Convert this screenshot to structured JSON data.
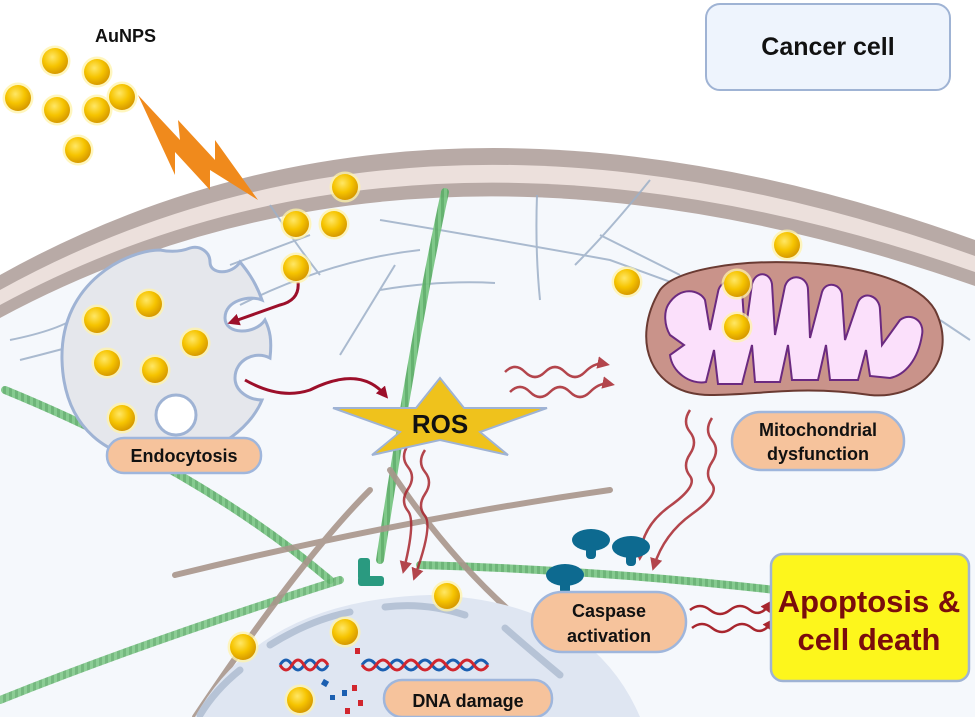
{
  "diagram": {
    "title_box": "Cancer cell",
    "nanoparticle_label": "AuNPS",
    "labels": {
      "endocytosis": "Endocytosis",
      "ros": "ROS",
      "mitochondrial_line1": "Mitochondrial",
      "mitochondrial_line2": "dysfunction",
      "caspase_line1": "Caspase",
      "caspase_line2": "activation",
      "dna_damage": "DNA damage",
      "apoptosis_line1": "Apoptosis &",
      "apoptosis_line2": "cell death"
    },
    "colors": {
      "gold_particle": "#f5c400",
      "lightning": "#f08a1c",
      "membrane": "#b8aaa6",
      "membrane_inner": "#ece0dc",
      "cytoplasm": "#f5f8fc",
      "pill_fill": "#f6c39c",
      "pill_stroke": "#9fb6dc",
      "ros_star": "#efc21c",
      "mito_outer": "#c9938a",
      "mito_inner": "#fbe0fb",
      "apoptosis_box": "#fdf61c",
      "apoptosis_text": "#7a0c0c",
      "arrow": "#a8262e",
      "caspase": "#0d6a90",
      "title_box_fill": "#eef4fd"
    },
    "flow": [
      "AuNPS",
      "Endocytosis",
      "ROS",
      "Mitochondrial dysfunction",
      "Caspase activation",
      "Apoptosis & cell death",
      "DNA damage"
    ]
  }
}
